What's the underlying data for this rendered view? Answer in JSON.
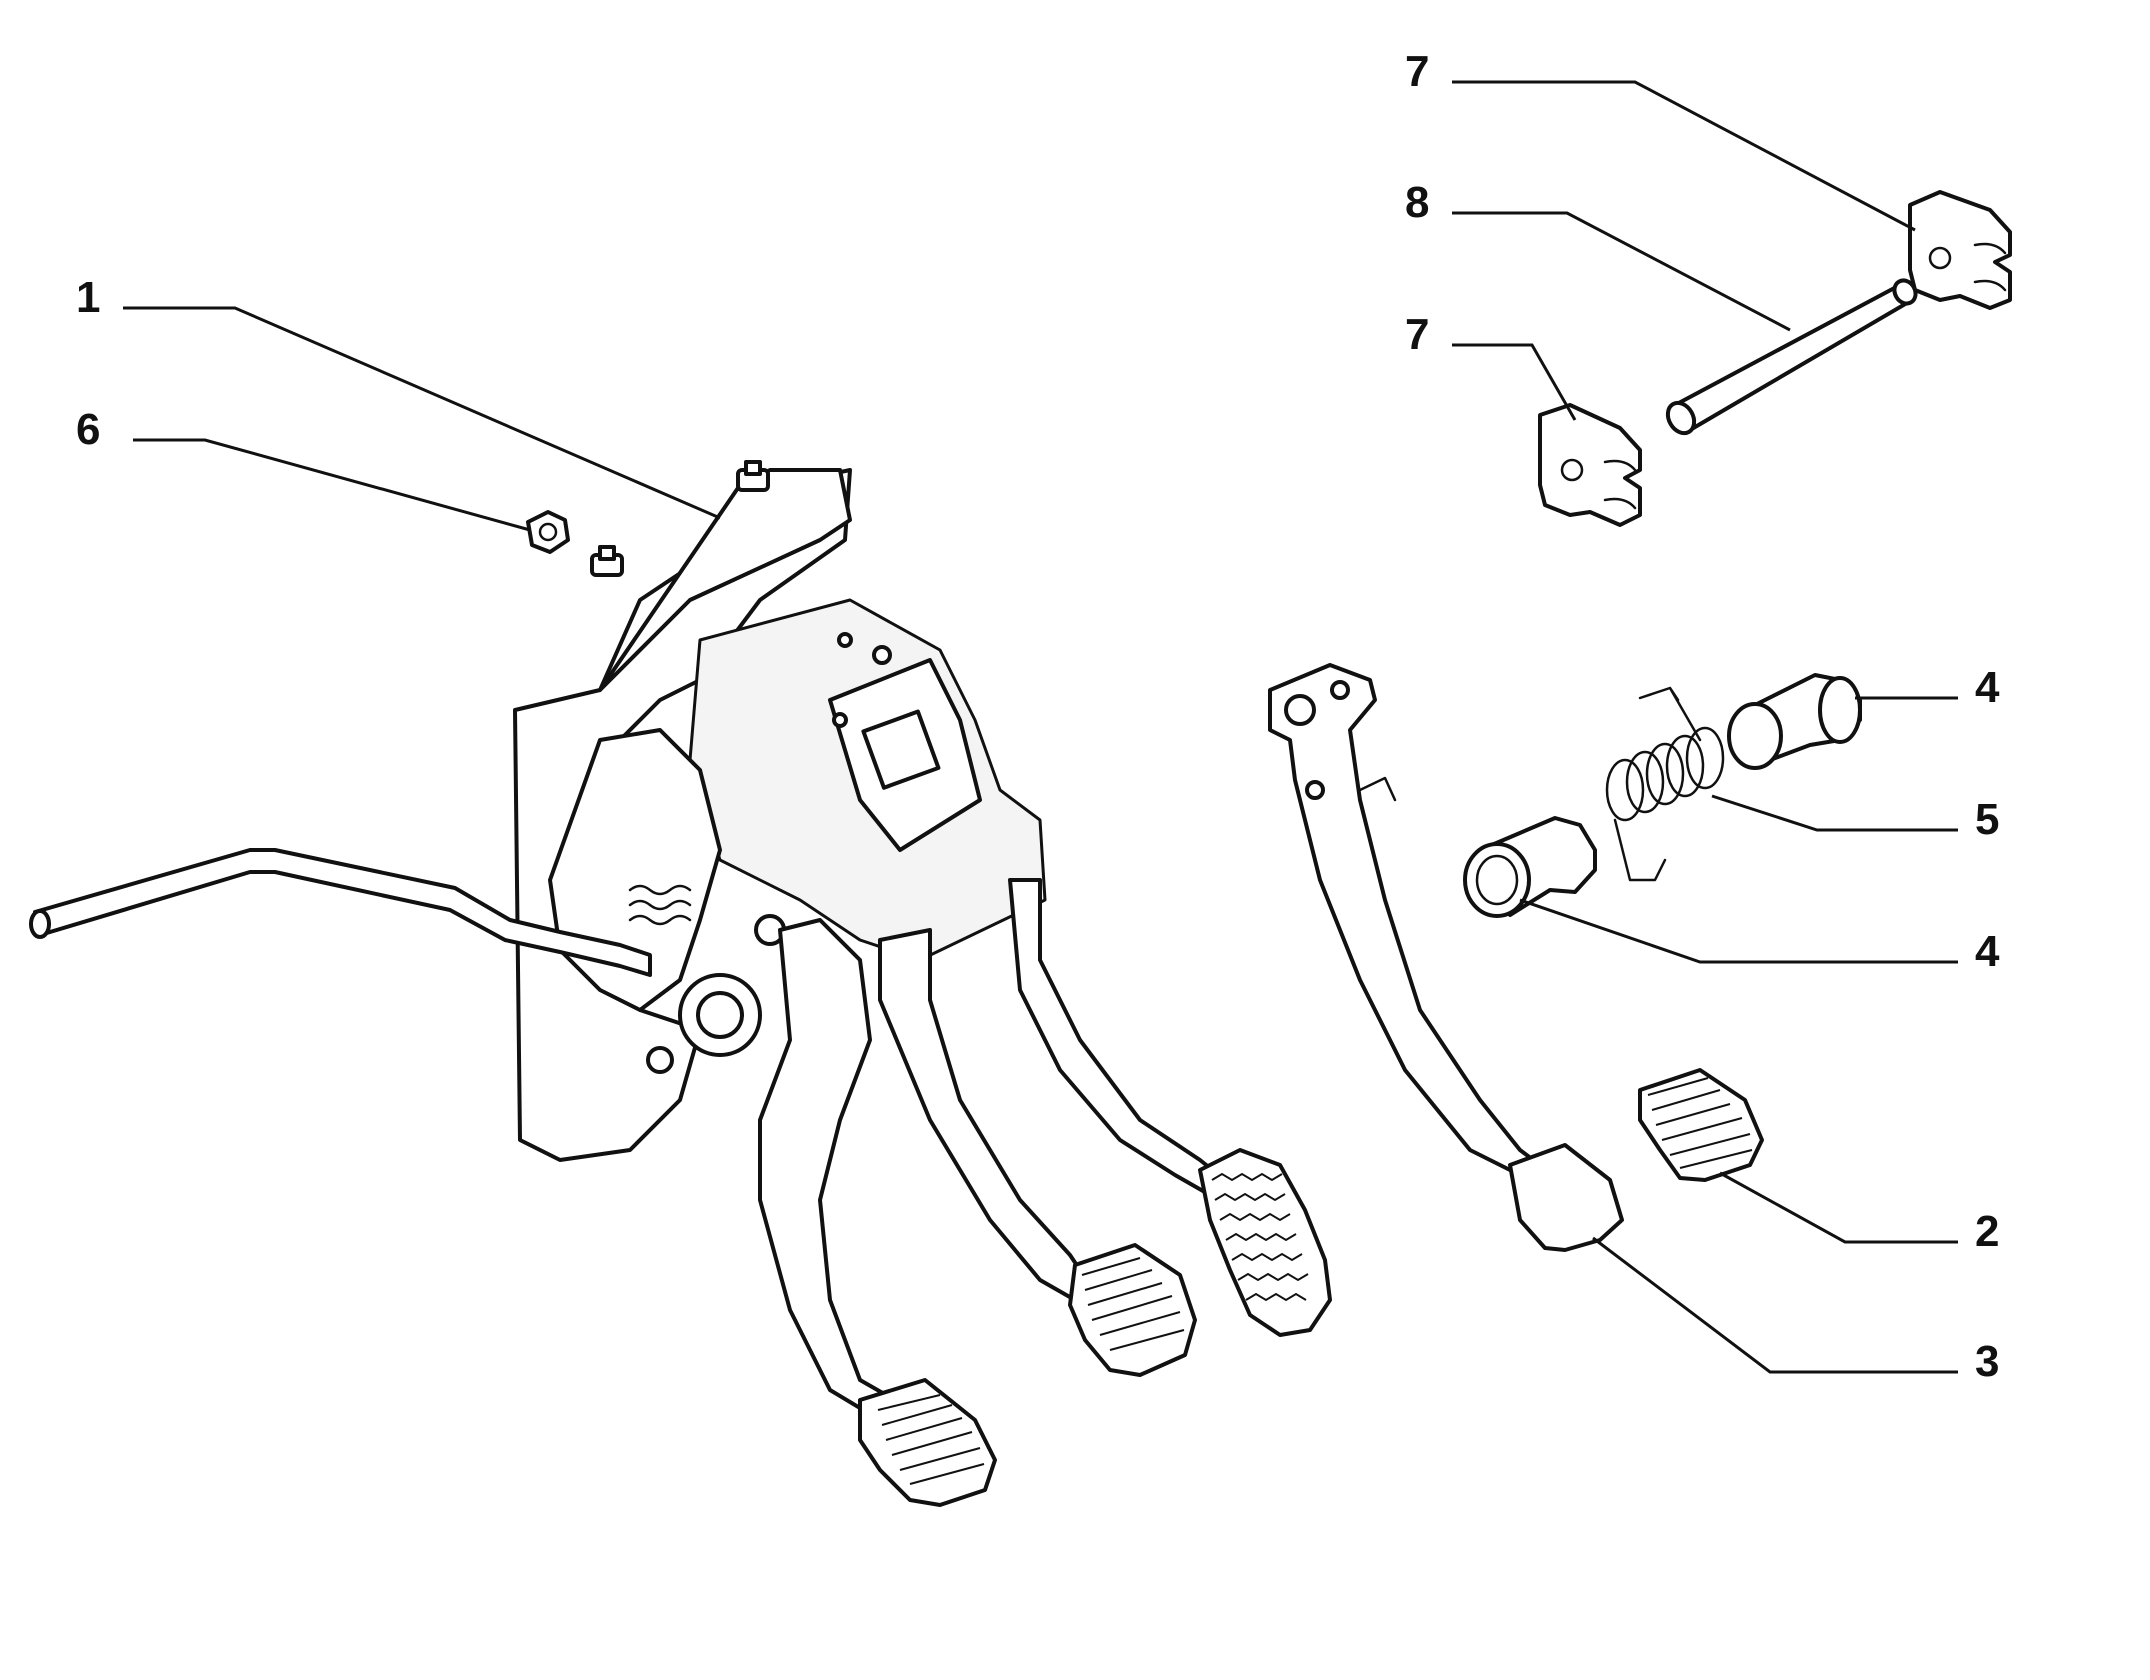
{
  "diagram": {
    "callouts": [
      {
        "id": "c1",
        "label": "1"
      },
      {
        "id": "c6",
        "label": "6"
      },
      {
        "id": "c7a",
        "label": "7"
      },
      {
        "id": "c8",
        "label": "8"
      },
      {
        "id": "c7b",
        "label": "7"
      },
      {
        "id": "c4a",
        "label": "4"
      },
      {
        "id": "c5",
        "label": "5"
      },
      {
        "id": "c4b",
        "label": "4"
      },
      {
        "id": "c2",
        "label": "2"
      },
      {
        "id": "c3",
        "label": "3"
      }
    ]
  }
}
